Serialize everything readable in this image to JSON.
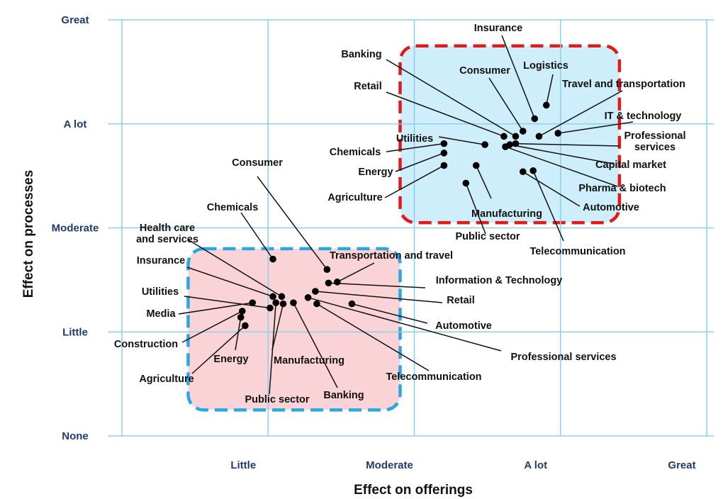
{
  "chart_data": {
    "type": "scatter",
    "xlabel": "Effect on offerings",
    "ylabel": "Effect on processes",
    "x_ticks": [
      "Little",
      "Moderate",
      "A lot",
      "Great"
    ],
    "y_ticks": [
      "None",
      "Little",
      "Moderate",
      "A lot",
      "Great"
    ],
    "xlim": [
      0,
      4
    ],
    "ylim": [
      0,
      4
    ],
    "grid": true,
    "regions": [
      {
        "id": "high",
        "x_range": [
          2.0,
          3.5
        ],
        "y_range": [
          2.05,
          3.75
        ],
        "fill": "#cdeefa",
        "border": "#e01b1b"
      },
      {
        "id": "low",
        "x_range": [
          0.55,
          2.0
        ],
        "y_range": [
          0.25,
          1.8
        ],
        "fill": "#fad3d6",
        "border": "#2aa7e0"
      }
    ],
    "series": [
      {
        "points": [
          {
            "label": "Insurance",
            "x": 2.92,
            "y": 3.05
          },
          {
            "label": "Logistics",
            "x": 3.0,
            "y": 3.18
          },
          {
            "label": "Consumer",
            "x": 2.84,
            "y": 2.93
          },
          {
            "label": "Banking",
            "x": 2.79,
            "y": 2.88
          },
          {
            "label": "Retail",
            "x": 2.71,
            "y": 2.88
          },
          {
            "label": "Travel and transportation",
            "x": 2.95,
            "y": 2.88
          },
          {
            "label": "IT & technology",
            "x": 3.08,
            "y": 2.91
          },
          {
            "label": "Utilities",
            "x": 2.58,
            "y": 2.8
          },
          {
            "label": "Professional services",
            "x": 2.79,
            "y": 2.81
          },
          {
            "label": "Capital market",
            "x": 2.75,
            "y": 2.8
          },
          {
            "label": "Chemicals",
            "x": 2.3,
            "y": 2.81
          },
          {
            "label": "Energy",
            "x": 2.3,
            "y": 2.72
          },
          {
            "label": "Agriculture",
            "x": 2.3,
            "y": 2.6
          },
          {
            "label": "Pharma & biotech",
            "x": 2.72,
            "y": 2.78
          },
          {
            "label": "Manufacturing",
            "x": 2.52,
            "y": 2.6
          },
          {
            "label": "Automotive",
            "x": 2.84,
            "y": 2.54
          },
          {
            "label": "Telecommunication",
            "x": 2.91,
            "y": 2.55
          },
          {
            "label": "Public sector",
            "x": 2.45,
            "y": 2.43
          },
          {
            "label": "Chemicals",
            "x": 1.13,
            "y": 1.7
          },
          {
            "label": "Consumer",
            "x": 1.5,
            "y": 1.6
          },
          {
            "label": "Transportation and travel",
            "x": 1.57,
            "y": 1.48
          },
          {
            "label": "Information & Technology",
            "x": 1.51,
            "y": 1.47
          },
          {
            "label": "Retail",
            "x": 1.42,
            "y": 1.39
          },
          {
            "label": "Health care and services",
            "x": 1.19,
            "y": 1.34
          },
          {
            "label": "Insurance",
            "x": 1.13,
            "y": 1.34
          },
          {
            "label": "Utilities",
            "x": 1.11,
            "y": 1.23
          },
          {
            "label": "Media",
            "x": 0.99,
            "y": 1.28
          },
          {
            "label": "Automotive",
            "x": 1.67,
            "y": 1.27
          },
          {
            "label": "Professional services",
            "x": 1.37,
            "y": 1.33
          },
          {
            "label": "Telecommunication",
            "x": 1.43,
            "y": 1.27
          },
          {
            "label": "Construction",
            "x": 0.92,
            "y": 1.2
          },
          {
            "label": "Energy",
            "x": 0.91,
            "y": 1.14
          },
          {
            "label": "Agriculture",
            "x": 0.94,
            "y": 1.06
          },
          {
            "label": "Public sector",
            "x": 1.15,
            "y": 1.28
          },
          {
            "label": "Manufacturing",
            "x": 1.2,
            "y": 1.27
          },
          {
            "label": "Banking",
            "x": 1.27,
            "y": 1.28
          }
        ]
      }
    ]
  }
}
